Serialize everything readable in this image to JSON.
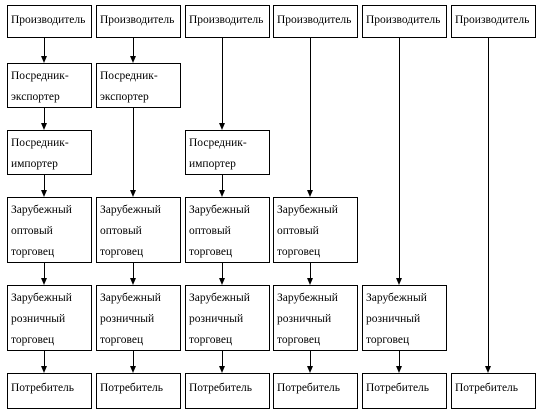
{
  "diagram": {
    "columns": [
      {
        "boxes": [
          {
            "role": "producer",
            "text": "Производитель"
          },
          {
            "role": "intermediary-exporter",
            "text": "Посредник-\nэкспортер"
          },
          {
            "role": "intermediary-importer",
            "text": "Посредник-\nимпортер"
          },
          {
            "role": "foreign-wholesaler",
            "text": "Зарубежный\nоптовый\nторговец"
          },
          {
            "role": "foreign-retailer",
            "text": "Зарубежный\nрозничный\nторговец"
          },
          {
            "role": "consumer",
            "text": "Потребитель"
          }
        ]
      },
      {
        "boxes": [
          {
            "role": "producer",
            "text": "Производитель"
          },
          {
            "role": "intermediary-exporter",
            "text": "Посредник-\nэкспортер"
          },
          {
            "role": "foreign-wholesaler",
            "text": "Зарубежный\nоптовый\nторговец"
          },
          {
            "role": "foreign-retailer",
            "text": "Зарубежный\nрозничный\nторговец"
          },
          {
            "role": "consumer",
            "text": "Потребитель"
          }
        ]
      },
      {
        "boxes": [
          {
            "role": "producer",
            "text": "Производитель"
          },
          {
            "role": "intermediary-importer",
            "text": "Посредник-\nимпортер"
          },
          {
            "role": "foreign-wholesaler",
            "text": "Зарубежный\nоптовый\nторговец"
          },
          {
            "role": "foreign-retailer",
            "text": "Зарубежный\nрозничный\nторговец"
          },
          {
            "role": "consumer",
            "text": "Потребитель"
          }
        ]
      },
      {
        "boxes": [
          {
            "role": "producer",
            "text": "Производитель"
          },
          {
            "role": "foreign-wholesaler",
            "text": "Зарубежный\nоптовый\nторговец"
          },
          {
            "role": "foreign-retailer",
            "text": "Зарубежный\nрозничный\nторговец"
          },
          {
            "role": "consumer",
            "text": "Потребитель"
          }
        ]
      },
      {
        "boxes": [
          {
            "role": "producer",
            "text": "Производитель"
          },
          {
            "role": "foreign-retailer",
            "text": "Зарубежный\nрозничный\nторговец"
          },
          {
            "role": "consumer",
            "text": "Потребитель"
          }
        ]
      },
      {
        "boxes": [
          {
            "role": "producer",
            "text": "Производитель"
          },
          {
            "role": "consumer",
            "text": "Потребитель"
          }
        ]
      }
    ]
  }
}
